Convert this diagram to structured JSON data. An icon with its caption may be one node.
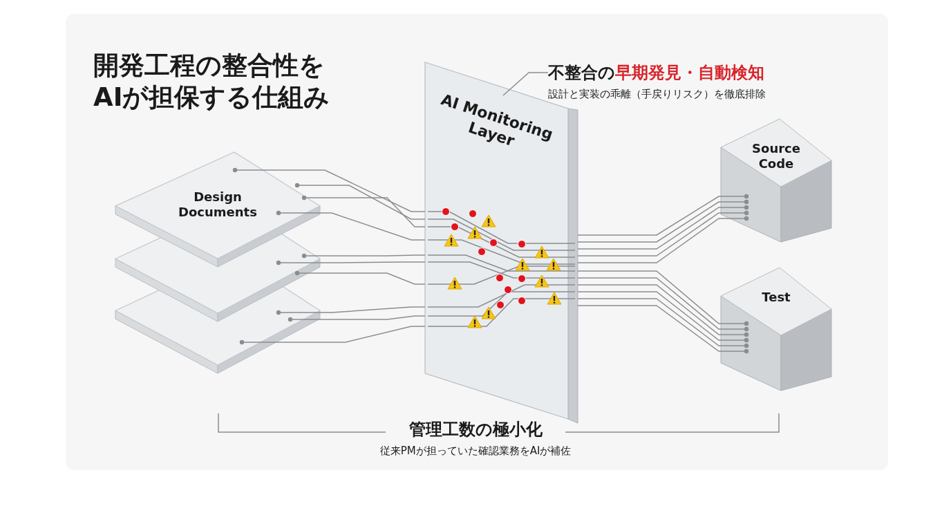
{
  "diagram": {
    "title": "開発工程の整合性をAIが担保する仕組み",
    "nodes": [
      {
        "text": [
          "Design Documents"
        ]
      },
      {
        "text": [],
        "shape": "box"
      },
      {
        "text": [],
        "shape": "box"
      },
      {
        "text": [
          "AI Monitoring Layer"
        ]
      },
      {
        "text": [
          "不整合の**早期発見・自動検知**",
          "設計と実装の乖離（手戻りリスク）を徹底排除"
        ]
      },
      {
        "text": [
          "Source Code"
        ]
      },
      {
        "text": [
          "Test"
        ]
      }
    ],
    "edges": [
      {
        "from": 0,
        "to": 3,
        "arrow": "other"
      },
      {
        "from": 0,
        "to": 3,
        "arrow": "other"
      },
      {
        "from": 0,
        "to": 3,
        "arrow": "other"
      },
      {
        "from": 0,
        "to": 3,
        "arrow": "other"
      },
      {
        "from": 1,
        "to": 3,
        "arrow": "other"
      },
      {
        "from": 1,
        "to": 3,
        "arrow": "other"
      },
      {
        "from": 1,
        "to": 3,
        "arrow": "other"
      },
      {
        "from": 2,
        "to": 3,
        "arrow": "other"
      },
      {
        "from": 2,
        "to": 3,
        "arrow": "other"
      },
      {
        "from": 2,
        "to": 3,
        "arrow": "other"
      },
      {
        "from": 5,
        "to": 3,
        "arrow": "other"
      },
      {
        "from": 5,
        "to": 3,
        "arrow": "other"
      },
      {
        "from": 5,
        "to": 3,
        "arrow": "other"
      },
      {
        "from": 5,
        "to": 3,
        "arrow": "other"
      },
      {
        "from": 5,
        "to": 3,
        "arrow": "other"
      },
      {
        "from": 6,
        "to": 3,
        "arrow": "other"
      },
      {
        "from": 6,
        "to": 3,
        "arrow": "other"
      },
      {
        "from": 6,
        "to": 3,
        "arrow": "other"
      },
      {
        "from": 6,
        "to": 3,
        "arrow": "other"
      },
      {
        "from": 6,
        "to": 3,
        "arrow": "other"
      },
      {
        "from": 6,
        "to": 3,
        "arrow": "other"
      },
      {
        "from": 4,
        "to": 3,
        "arrow": "none"
      }
    ],
    "labels": [
      "管理工数の極小化",
      "従来PMが担っていた確認業務をAIが補佐"
    ]
  }
}
